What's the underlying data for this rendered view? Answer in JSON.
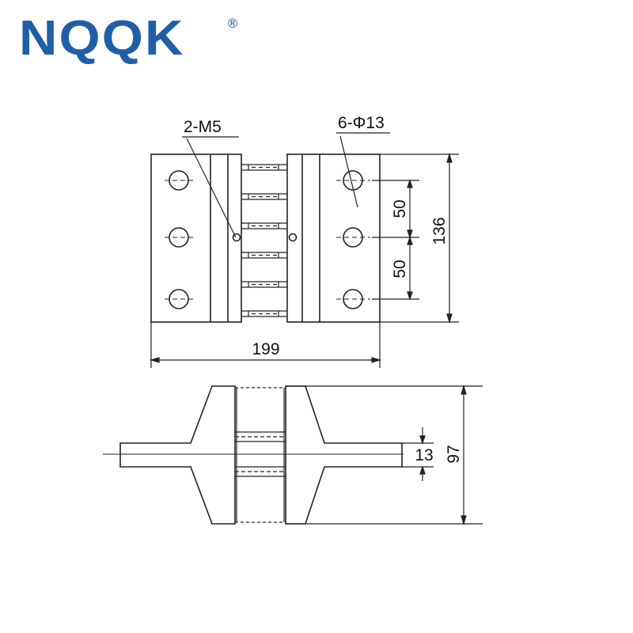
{
  "logo": {
    "text": "NQQK",
    "registered": "®",
    "color": "#1f5fa8"
  },
  "drawing": {
    "line_color": "#222222",
    "top_view": {
      "label_screw": "2-M5",
      "label_holes": "6-Φ13",
      "dim_pitch_upper": "50",
      "dim_pitch_lower": "50",
      "dim_height": "136",
      "dim_width": "199"
    },
    "side_view": {
      "dim_thickness": "13",
      "dim_height": "97"
    }
  }
}
